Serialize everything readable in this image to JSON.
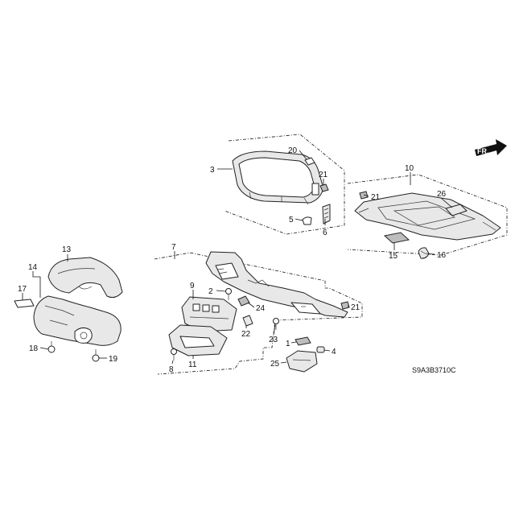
{
  "callouts": {
    "c1": "1",
    "c2": "2",
    "c3": "3",
    "c4": "4",
    "c5": "5",
    "c6": "6",
    "c7": "7",
    "c8": "8",
    "c9": "9",
    "c10": "10",
    "c11": "11",
    "c13": "13",
    "c14": "14",
    "c15": "15",
    "c16": "16",
    "c17": "17",
    "c18": "18",
    "c19": "19",
    "c20": "20",
    "c21a": "21",
    "c21b": "21",
    "c21c": "21",
    "c22": "22",
    "c23": "23",
    "c24": "24",
    "c25": "25",
    "c26": "26"
  },
  "direction_label": "FR.",
  "diagram_code": "S9A3B3710C"
}
